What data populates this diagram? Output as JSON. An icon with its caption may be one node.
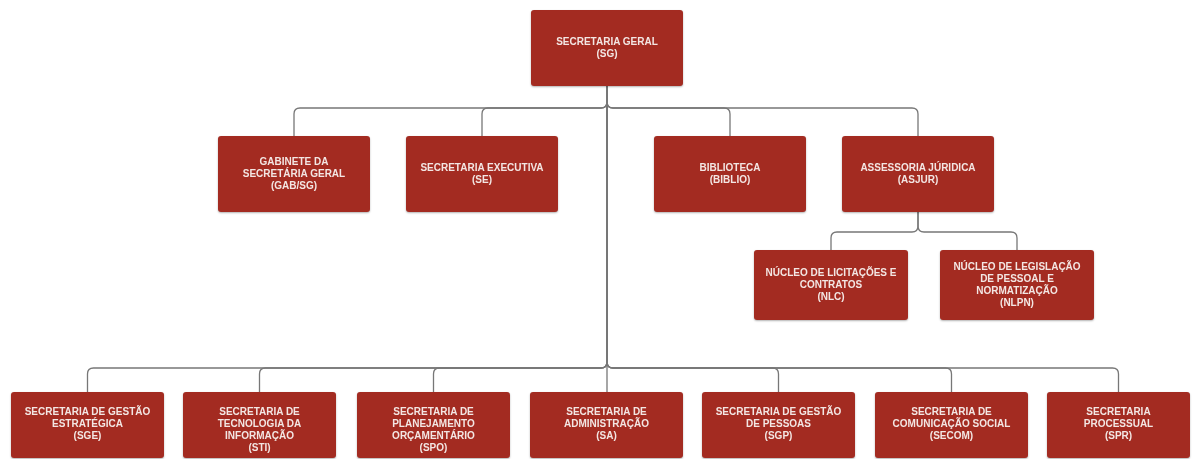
{
  "diagram": {
    "nodes": [
      {
        "text": [
          "SECRETARIA GERAL",
          "(SG)"
        ]
      },
      {
        "text": [
          "GABINETE DA SECRETÁRIA GERAL",
          "(GAB/SG)"
        ]
      },
      {
        "text": [
          "SECRETARIA EXECUTIVA",
          "(SE)"
        ]
      },
      {
        "text": [
          "BIBLIOTECA",
          "(BIBLIO)"
        ]
      },
      {
        "text": [
          "ASSESSORIA JÚRIDICA",
          "(ASJUR)"
        ]
      },
      {
        "text": [
          "NÚCLEO DE LICITAÇÕES E CONTRATOS",
          "(NLC)"
        ]
      },
      {
        "text": [
          "NÚCLEO DE LEGISLAÇÃO DE PESSOAL E NORMATIZAÇÃO",
          "(NLPN)"
        ]
      },
      {
        "text": [
          "SECRETARIA DE GESTÃO ESTRATÉGICA",
          "(SGE)"
        ]
      },
      {
        "text": [
          "SECRETARIA DE TECNOLOGIA DA INFORMAÇÃO",
          "(STI)"
        ]
      },
      {
        "text": [
          "SECRETARIA DE PLANEJAMENTO ORÇAMENTÁRIO",
          "(SPO)"
        ]
      },
      {
        "text": [
          "SECRETARIA DE ADMINISTRAÇÃO",
          "(SA)"
        ]
      },
      {
        "text": [
          "SECRETARIA DE GESTÃO DE PESSOAS",
          "(SGP)"
        ]
      },
      {
        "text": [
          "SECRETARIA DE COMUNICAÇÃO SOCIAL",
          "(SECOM)"
        ]
      },
      {
        "text": [
          "SECRETARIA PROCESSUAL",
          "(SPR)"
        ]
      }
    ],
    "edges": [
      {
        "from": 0,
        "to": 1,
        "arrow": "none"
      },
      {
        "from": 0,
        "to": 2,
        "arrow": "none"
      },
      {
        "from": 0,
        "to": 3,
        "arrow": "none"
      },
      {
        "from": 0,
        "to": 4,
        "arrow": "none"
      },
      {
        "from": 4,
        "to": 5,
        "arrow": "none"
      },
      {
        "from": 4,
        "to": 6,
        "arrow": "none"
      },
      {
        "from": 0,
        "to": 7,
        "arrow": "none"
      },
      {
        "from": 0,
        "to": 8,
        "arrow": "none"
      },
      {
        "from": 0,
        "to": 9,
        "arrow": "none"
      },
      {
        "from": 0,
        "to": 10,
        "arrow": "none"
      },
      {
        "from": 0,
        "to": 11,
        "arrow": "none"
      },
      {
        "from": 0,
        "to": 12,
        "arrow": "none"
      },
      {
        "from": 0,
        "to": 13,
        "arrow": "none"
      }
    ]
  }
}
